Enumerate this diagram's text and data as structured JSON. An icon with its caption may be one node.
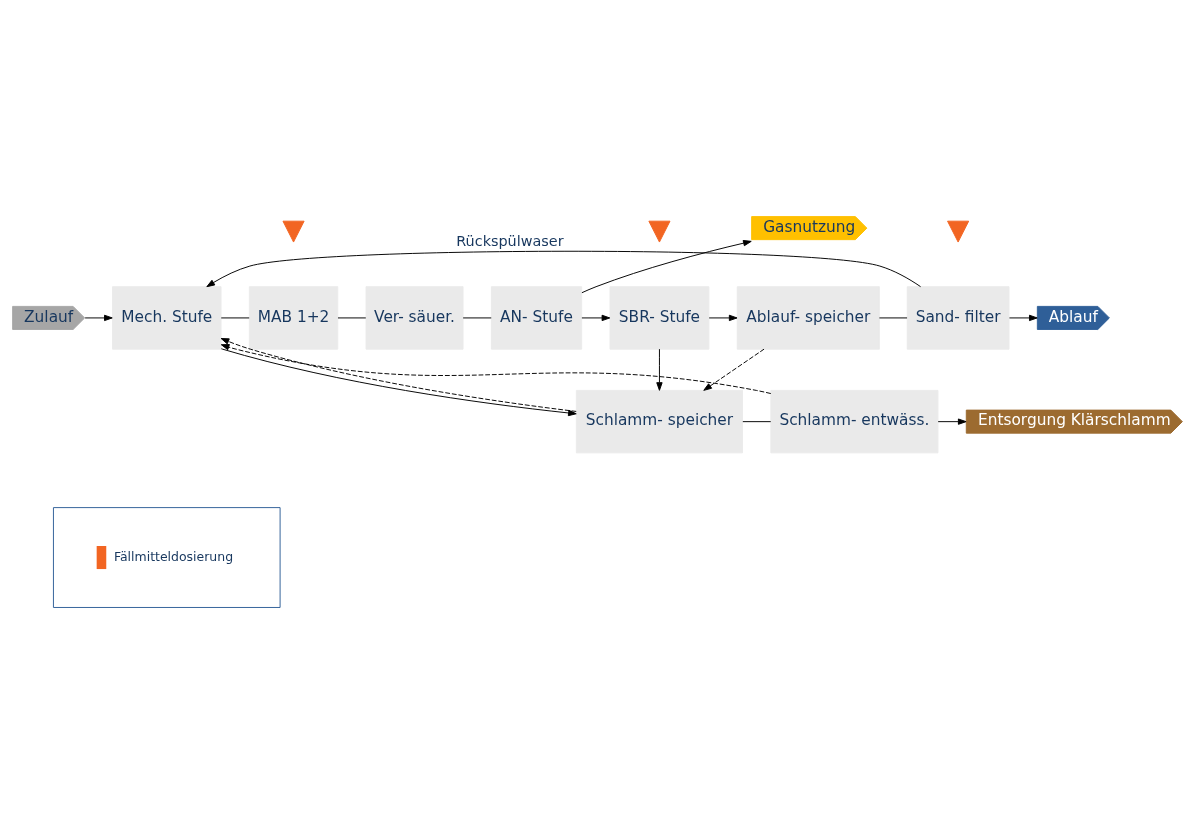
{
  "diagram": {
    "nodes": [
      {
        "text": [
          "Zulauf"
        ]
      },
      {
        "text": [
          "Mech. Stufe"
        ]
      },
      {
        "text": [
          "MAB 1+2"
        ]
      },
      {
        "text": [
          "Ver- säuer."
        ]
      },
      {
        "text": [
          "AN- Stufe"
        ]
      },
      {
        "text": [
          "SBR- Stufe"
        ]
      },
      {
        "text": [
          "Ablauf- speicher"
        ]
      },
      {
        "text": [
          "Sand- filter"
        ]
      },
      {
        "text": [
          "Ablauf"
        ]
      },
      {
        "text": [
          "Gasnutzung"
        ]
      },
      {
        "text": [
          "Schlamm- speicher"
        ]
      },
      {
        "text": [
          "Schlamm- entwäss."
        ]
      },
      {
        "text": [
          "Entsorgung Klärschlamm"
        ]
      },
      {
        "text": [],
        "shape": "arrow"
      },
      {
        "text": [],
        "shape": "arrow"
      },
      {
        "text": [],
        "shape": "arrow"
      },
      {
        "text": [],
        "shape": "box"
      }
    ],
    "edges": [
      {
        "from": 0,
        "to": 1,
        "arrow": "to"
      },
      {
        "from": 1,
        "to": 2,
        "arrow": "none"
      },
      {
        "from": 2,
        "to": 3,
        "arrow": "none"
      },
      {
        "from": 3,
        "to": 4,
        "arrow": "none"
      },
      {
        "from": 4,
        "to": 5,
        "arrow": "to"
      },
      {
        "from": 5,
        "to": 6,
        "arrow": "to"
      },
      {
        "from": 6,
        "to": 7,
        "arrow": "none"
      },
      {
        "from": 7,
        "to": 8,
        "arrow": "to"
      },
      {
        "from": 4,
        "to": 9,
        "arrow": "to"
      },
      {
        "from": 7,
        "to": 1,
        "arrow": "to",
        "label": "Rückspülwaser"
      },
      {
        "from": 1,
        "to": 10,
        "arrow": "to"
      },
      {
        "from": 5,
        "to": 10,
        "arrow": "to"
      },
      {
        "from": 6,
        "to": 10,
        "arrow": "to",
        "style": "dashed"
      },
      {
        "from": 10,
        "to": 11,
        "arrow": "none"
      },
      {
        "from": 11,
        "to": 12,
        "arrow": "to"
      },
      {
        "from": 10,
        "to": 1,
        "arrow": "to",
        "style": "dashed"
      },
      {
        "from": 11,
        "to": 1,
        "arrow": "to",
        "style": "dashed"
      }
    ],
    "legend": [
      {
        "text": "Fällmitteldosierung"
      }
    ]
  }
}
